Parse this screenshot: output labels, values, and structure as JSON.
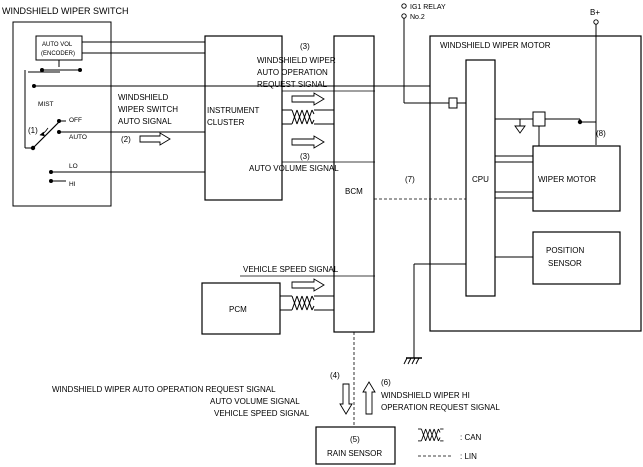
{
  "switch": {
    "title": "WINDSHIELD WIPER SWITCH",
    "encoder_line1": "AUTO VOL",
    "encoder_line2": "(ENCODER)",
    "positions": [
      "MIST",
      "OFF",
      "AUTO",
      "LO",
      "HI"
    ]
  },
  "instrument_cluster": {
    "line1": "INSTRUMENT",
    "line2": "CLUSTER"
  },
  "bcm": {
    "label": "BCM"
  },
  "pcm": {
    "label": "PCM"
  },
  "rain_sensor": {
    "label": "RAIN SENSOR"
  },
  "motor_unit": {
    "title": "WINDSHIELD WIPER MOTOR",
    "cpu": "CPU",
    "wiper_motor": "WIPER MOTOR",
    "position_line1": "POSITION",
    "position_line2": "SENSOR"
  },
  "power": {
    "relay_line1": "IG1 RELAY",
    "relay_line2": "No.2",
    "battery": "B+"
  },
  "signals": {
    "auto_request_line1": "WINDSHIELD WIPER",
    "auto_request_line2": "AUTO OPERATION",
    "auto_request_line3": "REQUEST SIGNAL",
    "switch_auto_line1": "WINDSHIELD",
    "switch_auto_line2": "WIPER SWITCH",
    "switch_auto_line3": "AUTO SIGNAL",
    "auto_volume": "AUTO VOLUME SIGNAL",
    "vehicle_speed": "VEHICLE SPEED SIGNAL",
    "lin_down_line1": "WINDSHIELD WIPER AUTO OPERATION REQUEST SIGNAL",
    "lin_down_line2": "AUTO VOLUME SIGNAL",
    "lin_down_line3": "VEHICLE SPEED SIGNAL",
    "hi_request_line1": "WINDSHIELD WIPER HI",
    "hi_request_line2": "OPERATION REQUEST SIGNAL"
  },
  "markers": {
    "m1": "(1)",
    "m2": "(2)",
    "m3a": "(3)",
    "m3b": "(3)",
    "m4": "(4)",
    "m5": "(5)",
    "m6": "(6)",
    "m7": "(7)",
    "m8": "(8)"
  },
  "legend": {
    "can": ": CAN",
    "lin": ": LIN"
  }
}
